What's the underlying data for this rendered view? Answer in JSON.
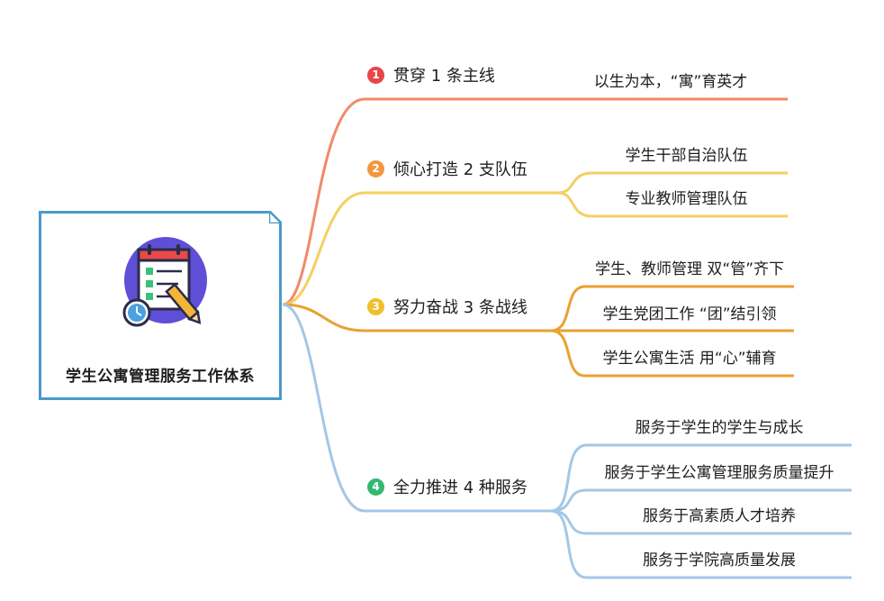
{
  "root": {
    "title": "学生公寓管理服务工作体系",
    "icon": "calendar-checklist-icon"
  },
  "branches": [
    {
      "badge": "1",
      "label": "贯穿 1 条主线",
      "color": "#f08a6a",
      "badge_color": "#e8454a",
      "leaves": [
        "以生为本，“寓”育英才"
      ]
    },
    {
      "badge": "2",
      "label": "倾心打造 2 支队伍",
      "color": "#f5cf62",
      "badge_color": "#f3973d",
      "leaves": [
        "学生干部自治队伍",
        "专业教师管理队伍"
      ]
    },
    {
      "badge": "3",
      "label": "努力奋战 3 条战线",
      "color": "#eaa033",
      "badge_color": "#f0bf2a",
      "leaves": [
        "学生、教师管理  双“管”齐下",
        "学生党团工作  “团”结引领",
        "学生公寓生活  用“心”辅育"
      ]
    },
    {
      "badge": "4",
      "label": "全力推进 4 种服务",
      "color": "#a4c7e6",
      "badge_color": "#35b870",
      "leaves": [
        "服务于学生的学生与成长",
        "服务于学生公寓管理服务质量提升",
        "服务于高素质人才培养",
        "服务于学院高质量发展"
      ]
    }
  ]
}
